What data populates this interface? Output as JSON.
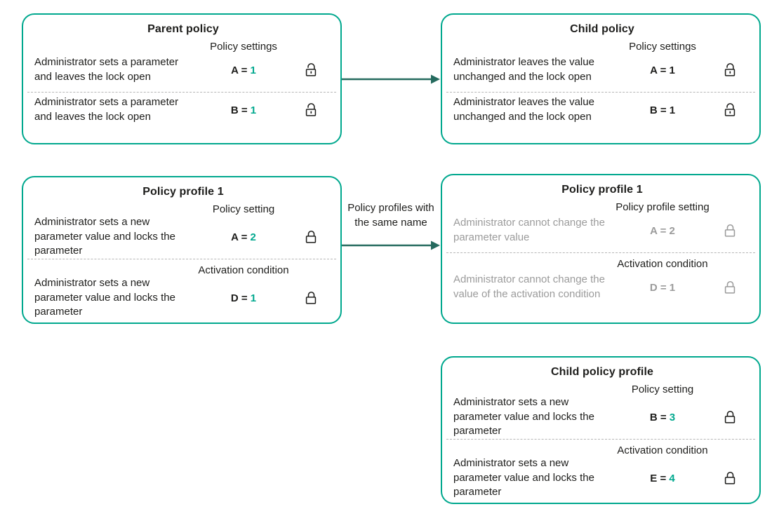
{
  "colors": {
    "accent": "#00A88E",
    "arrow": "#256A5E",
    "text": "#1D1D1B",
    "muted": "#9B9B9B"
  },
  "connector_label": "Policy profiles with the same name",
  "icons": {
    "open_lock": "open-lock-icon",
    "closed_lock": "closed-lock-icon"
  },
  "boxes": [
    {
      "title": "Parent policy",
      "sections": [
        {
          "header": "Policy settings",
          "row": {
            "desc": "Administrator sets a parameter and leaves the lock open",
            "label": "A =",
            "value": "1",
            "lock_icon": "open-lock-icon"
          }
        },
        {
          "row": {
            "desc": "Administrator sets a parameter and leaves the lock open",
            "label": "B =",
            "value": "1",
            "lock_icon": "open-lock-icon"
          }
        }
      ]
    },
    {
      "title": "Child policy",
      "sections": [
        {
          "header": "Policy settings",
          "row": {
            "desc": "Administrator leaves the value unchanged and the lock open",
            "label": "A =",
            "value": "1",
            "lock_icon": "open-lock-icon"
          }
        },
        {
          "row": {
            "desc": "Administrator leaves the value unchanged and the lock open",
            "label": "B =",
            "value": "1",
            "lock_icon": "open-lock-icon"
          }
        }
      ]
    },
    {
      "title": "Policy profile 1",
      "sections": [
        {
          "header": "Policy setting",
          "row": {
            "desc": "Administrator sets a new parameter value and locks the parameter",
            "label": "A =",
            "value": "2",
            "lock_icon": "closed-lock-icon"
          }
        },
        {
          "header": "Activation condition",
          "row": {
            "desc": "Administrator sets a new parameter value and locks the parameter",
            "label": "D =",
            "value": "1",
            "lock_icon": "closed-lock-icon"
          }
        }
      ]
    },
    {
      "title": "Policy profile 1",
      "sections": [
        {
          "header": "Policy profile setting",
          "row": {
            "desc": "Administrator cannot change the parameter value",
            "label": "A =",
            "value": "2",
            "lock_icon": "closed-lock-icon"
          }
        },
        {
          "header": "Activation condition",
          "row": {
            "desc": "Administrator cannot change the value of the activation condition",
            "label": "D =",
            "value": "1",
            "lock_icon": "closed-lock-icon"
          }
        }
      ]
    },
    {
      "title": "Child policy profile",
      "sections": [
        {
          "header": "Policy setting",
          "row": {
            "desc": "Administrator sets a new parameter value and locks the parameter",
            "label": "B =",
            "value": "3",
            "lock_icon": "closed-lock-icon"
          }
        },
        {
          "header": "Activation condition",
          "row": {
            "desc": "Administrator sets a new parameter value and locks the parameter",
            "label": "E =",
            "value": "4",
            "lock_icon": "closed-lock-icon"
          }
        }
      ]
    }
  ]
}
